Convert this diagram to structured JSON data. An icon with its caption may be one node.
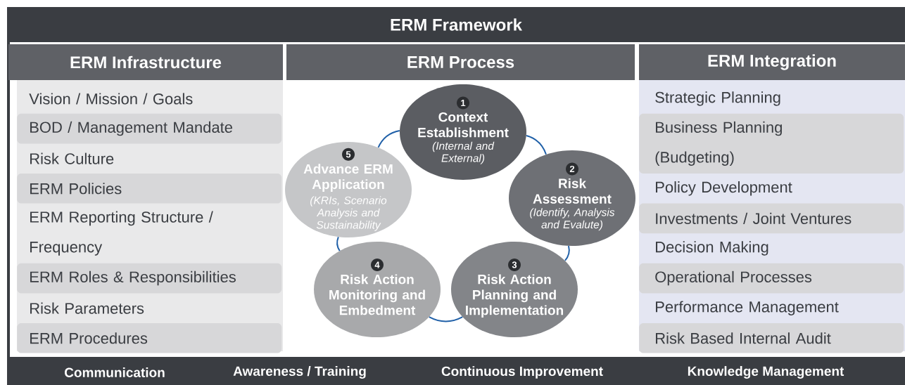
{
  "diagram": {
    "title": "ERM Framework",
    "nodes": [
      {
        "text": [
          "ERM Infrastructure"
        ]
      },
      {
        "text": [
          "Vision / Mission / Goals"
        ]
      },
      {
        "text": [
          "BOD / Management Mandate"
        ]
      },
      {
        "text": [
          "Risk Culture"
        ]
      },
      {
        "text": [
          "ERM Policies"
        ]
      },
      {
        "text": [
          "ERM Reporting Structure / Frequency"
        ]
      },
      {
        "text": [
          "ERM Roles & Responsibilities"
        ]
      },
      {
        "text": [
          "Risk Parameters"
        ]
      },
      {
        "text": [
          "ERM Procedures"
        ]
      },
      {
        "text": [
          "ERM Process"
        ]
      },
      {
        "text": [
          "1",
          "Context Establishment",
          "(Internal and External)"
        ]
      },
      {
        "text": [
          "2",
          "Risk Assessment",
          "(Identify, Analysis and Evalute)"
        ]
      },
      {
        "text": [
          "3",
          "Risk Action Planning and Implementation"
        ]
      },
      {
        "text": [
          "4",
          "Risk Action Monitoring and Embedment"
        ]
      },
      {
        "text": [
          "5",
          "Advance ERM Application",
          "(KRIs, Scenario Analysis and Sustainability"
        ]
      },
      {
        "text": [
          "ERM Integration"
        ]
      },
      {
        "text": [
          "Strategic Planning"
        ]
      },
      {
        "text": [
          "Business Planning (Budgeting)"
        ]
      },
      {
        "text": [
          "Policy Development"
        ]
      },
      {
        "text": [
          "Investments / Joint Ventures"
        ]
      },
      {
        "text": [
          "Decision Making"
        ]
      },
      {
        "text": [
          "Operational Processes"
        ]
      },
      {
        "text": [
          "Performance Management"
        ]
      },
      {
        "text": [
          "Risk Based Internal Audit"
        ]
      }
    ],
    "edges": [
      {
        "from": 10,
        "to": 11,
        "arrow": "none"
      },
      {
        "from": 11,
        "to": 12,
        "arrow": "none"
      },
      {
        "from": 12,
        "to": 13,
        "arrow": "none"
      },
      {
        "from": 13,
        "to": 14,
        "arrow": "none"
      },
      {
        "from": 14,
        "to": 10,
        "arrow": "none"
      }
    ],
    "labels": [
      "Communication",
      "Awareness / Training",
      "Continuous Improvement",
      "Knowledge Management"
    ]
  }
}
